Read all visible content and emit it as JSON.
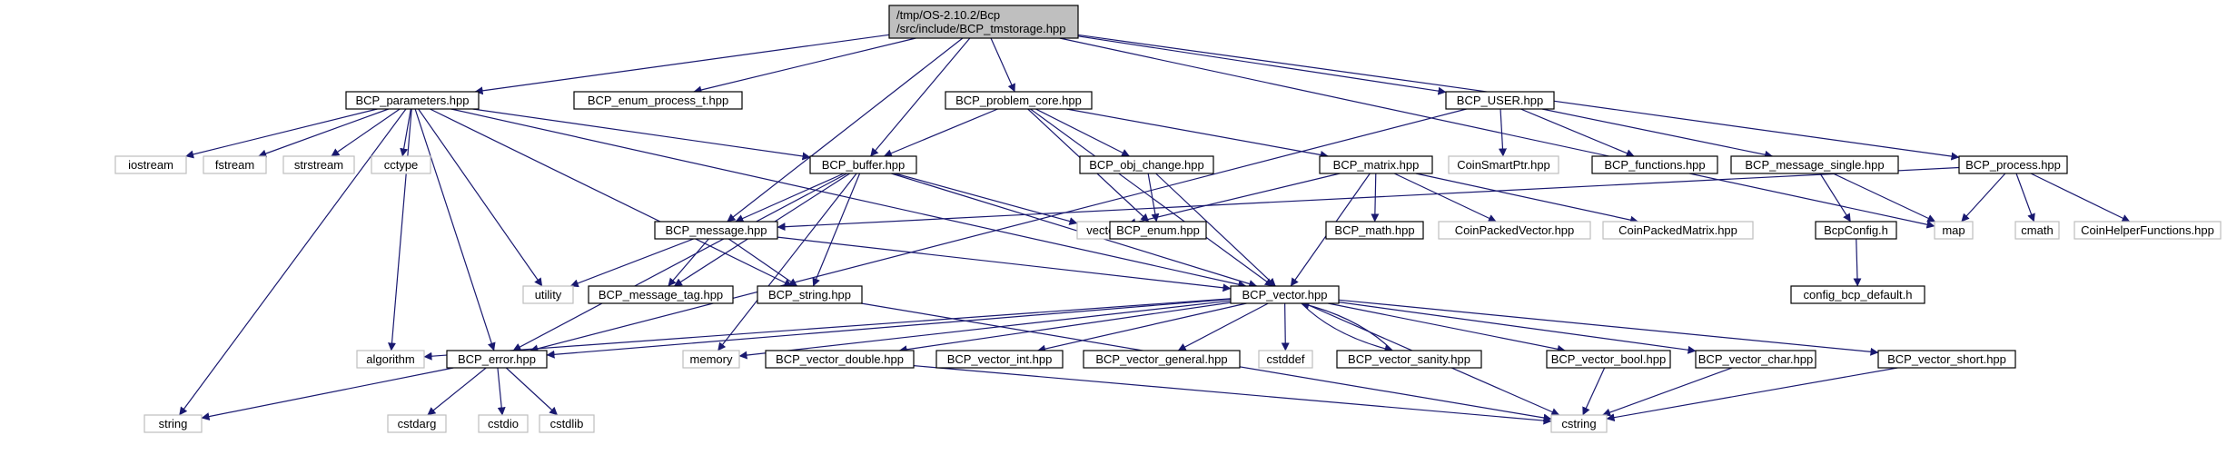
{
  "colors": {
    "root_fill": "#bfbfbf",
    "header_stroke": "#000000",
    "external_stroke": "#bfbfbf",
    "edge": "#191970",
    "text": "#000000",
    "background": "#ffffff"
  },
  "nodes": [
    {
      "id": "tmstorage",
      "lines": [
        "/tmp/OS-2.10.2/Bcp",
        "/src/include/BCP_tmstorage.hpp"
      ],
      "kind": "root"
    },
    {
      "id": "parameters",
      "lines": [
        "BCP_parameters.hpp"
      ],
      "kind": "header"
    },
    {
      "id": "enum_process_t",
      "lines": [
        "BCP_enum_process_t.hpp"
      ],
      "kind": "header"
    },
    {
      "id": "problem_core",
      "lines": [
        "BCP_problem_core.hpp"
      ],
      "kind": "header"
    },
    {
      "id": "user",
      "lines": [
        "BCP_USER.hpp"
      ],
      "kind": "header"
    },
    {
      "id": "process",
      "lines": [
        "BCP_process.hpp"
      ],
      "kind": "header"
    },
    {
      "id": "iostream",
      "lines": [
        "iostream"
      ],
      "kind": "external"
    },
    {
      "id": "fstream",
      "lines": [
        "fstream"
      ],
      "kind": "external"
    },
    {
      "id": "strstream",
      "lines": [
        "strstream"
      ],
      "kind": "external"
    },
    {
      "id": "cctype",
      "lines": [
        "cctype"
      ],
      "kind": "external"
    },
    {
      "id": "buffer",
      "lines": [
        "BCP_buffer.hpp"
      ],
      "kind": "header"
    },
    {
      "id": "obj_change",
      "lines": [
        "BCP_obj_change.hpp"
      ],
      "kind": "header"
    },
    {
      "id": "matrix",
      "lines": [
        "BCP_matrix.hpp"
      ],
      "kind": "header"
    },
    {
      "id": "coinsmartptr",
      "lines": [
        "CoinSmartPtr.hpp"
      ],
      "kind": "external"
    },
    {
      "id": "functions",
      "lines": [
        "BCP_functions.hpp"
      ],
      "kind": "header"
    },
    {
      "id": "message_single",
      "lines": [
        "BCP_message_single.hpp"
      ],
      "kind": "header"
    },
    {
      "id": "vector",
      "lines": [
        "vector"
      ],
      "kind": "external"
    },
    {
      "id": "enum",
      "lines": [
        "BCP_enum.hpp"
      ],
      "kind": "header"
    },
    {
      "id": "message",
      "lines": [
        "BCP_message.hpp"
      ],
      "kind": "header"
    },
    {
      "id": "math",
      "lines": [
        "BCP_math.hpp"
      ],
      "kind": "header"
    },
    {
      "id": "coinpackedvector",
      "lines": [
        "CoinPackedVector.hpp"
      ],
      "kind": "external"
    },
    {
      "id": "coinpackedmatrix",
      "lines": [
        "CoinPackedMatrix.hpp"
      ],
      "kind": "external"
    },
    {
      "id": "bcpconfig",
      "lines": [
        "BcpConfig.h"
      ],
      "kind": "header"
    },
    {
      "id": "map",
      "lines": [
        "map"
      ],
      "kind": "external"
    },
    {
      "id": "cmath",
      "lines": [
        "cmath"
      ],
      "kind": "external"
    },
    {
      "id": "coinhelper",
      "lines": [
        "CoinHelperFunctions.hpp"
      ],
      "kind": "external"
    },
    {
      "id": "utility",
      "lines": [
        "utility"
      ],
      "kind": "external"
    },
    {
      "id": "message_tag",
      "lines": [
        "BCP_message_tag.hpp"
      ],
      "kind": "header"
    },
    {
      "id": "string_hpp",
      "lines": [
        "BCP_string.hpp"
      ],
      "kind": "header"
    },
    {
      "id": "vector_hpp",
      "lines": [
        "BCP_vector.hpp"
      ],
      "kind": "header"
    },
    {
      "id": "config_default",
      "lines": [
        "config_bcp_default.h"
      ],
      "kind": "header"
    },
    {
      "id": "algorithm",
      "lines": [
        "algorithm"
      ],
      "kind": "external"
    },
    {
      "id": "error",
      "lines": [
        "BCP_error.hpp"
      ],
      "kind": "header"
    },
    {
      "id": "memory",
      "lines": [
        "memory"
      ],
      "kind": "external"
    },
    {
      "id": "vector_double",
      "lines": [
        "BCP_vector_double.hpp"
      ],
      "kind": "header"
    },
    {
      "id": "vector_int",
      "lines": [
        "BCP_vector_int.hpp"
      ],
      "kind": "header"
    },
    {
      "id": "vector_general",
      "lines": [
        "BCP_vector_general.hpp"
      ],
      "kind": "header"
    },
    {
      "id": "cstddef",
      "lines": [
        "cstddef"
      ],
      "kind": "external"
    },
    {
      "id": "vector_sanity",
      "lines": [
        "BCP_vector_sanity.hpp"
      ],
      "kind": "header"
    },
    {
      "id": "vector_bool",
      "lines": [
        "BCP_vector_bool.hpp"
      ],
      "kind": "header"
    },
    {
      "id": "vector_char",
      "lines": [
        "BCP_vector_char.hpp"
      ],
      "kind": "header"
    },
    {
      "id": "vector_short",
      "lines": [
        "BCP_vector_short.hpp"
      ],
      "kind": "header"
    },
    {
      "id": "string",
      "lines": [
        "string"
      ],
      "kind": "external"
    },
    {
      "id": "cstdarg",
      "lines": [
        "cstdarg"
      ],
      "kind": "external"
    },
    {
      "id": "cstdio",
      "lines": [
        "cstdio"
      ],
      "kind": "external"
    },
    {
      "id": "cstdlib",
      "lines": [
        "cstdlib"
      ],
      "kind": "external"
    },
    {
      "id": "cstring",
      "lines": [
        "cstring"
      ],
      "kind": "external"
    }
  ],
  "edges": [
    [
      "tmstorage",
      "parameters"
    ],
    [
      "tmstorage",
      "enum_process_t"
    ],
    [
      "tmstorage",
      "problem_core"
    ],
    [
      "tmstorage",
      "user"
    ],
    [
      "tmstorage",
      "process"
    ],
    [
      "tmstorage",
      "buffer"
    ],
    [
      "tmstorage",
      "message"
    ],
    [
      "tmstorage",
      "map"
    ],
    [
      "parameters",
      "iostream"
    ],
    [
      "parameters",
      "fstream"
    ],
    [
      "parameters",
      "strstream"
    ],
    [
      "parameters",
      "cctype"
    ],
    [
      "parameters",
      "buffer"
    ],
    [
      "parameters",
      "vector_hpp"
    ],
    [
      "parameters",
      "string_hpp"
    ],
    [
      "parameters",
      "error"
    ],
    [
      "parameters",
      "utility"
    ],
    [
      "parameters",
      "algorithm"
    ],
    [
      "parameters",
      "string"
    ],
    [
      "problem_core",
      "buffer"
    ],
    [
      "problem_core",
      "obj_change"
    ],
    [
      "problem_core",
      "matrix"
    ],
    [
      "problem_core",
      "enum"
    ],
    [
      "problem_core",
      "vector_hpp"
    ],
    [
      "user",
      "coinsmartptr"
    ],
    [
      "user",
      "functions"
    ],
    [
      "user",
      "message_single"
    ],
    [
      "user",
      "error"
    ],
    [
      "process",
      "message"
    ],
    [
      "process",
      "map"
    ],
    [
      "process",
      "cmath"
    ],
    [
      "process",
      "coinhelper"
    ],
    [
      "buffer",
      "vector"
    ],
    [
      "buffer",
      "message"
    ],
    [
      "buffer",
      "message_tag"
    ],
    [
      "buffer",
      "string_hpp"
    ],
    [
      "buffer",
      "vector_hpp"
    ],
    [
      "buffer",
      "error"
    ],
    [
      "buffer",
      "memory"
    ],
    [
      "obj_change",
      "enum"
    ],
    [
      "obj_change",
      "vector_hpp"
    ],
    [
      "matrix",
      "math"
    ],
    [
      "matrix",
      "coinpackedvector"
    ],
    [
      "matrix",
      "coinpackedmatrix"
    ],
    [
      "matrix",
      "vector_hpp"
    ],
    [
      "matrix",
      "vector"
    ],
    [
      "message_single",
      "bcpconfig"
    ],
    [
      "message_single",
      "map"
    ],
    [
      "bcpconfig",
      "config_default"
    ],
    [
      "message",
      "utility"
    ],
    [
      "message",
      "message_tag"
    ],
    [
      "message",
      "string_hpp"
    ],
    [
      "message",
      "vector_hpp"
    ],
    [
      "string_hpp",
      "cstring"
    ],
    [
      "vector_hpp",
      "algorithm"
    ],
    [
      "vector_hpp",
      "error"
    ],
    [
      "vector_hpp",
      "memory"
    ],
    [
      "vector_hpp",
      "vector_double"
    ],
    [
      "vector_hpp",
      "vector_int"
    ],
    [
      "vector_hpp",
      "vector_general"
    ],
    [
      "vector_hpp",
      "cstddef"
    ],
    [
      "vector_hpp",
      "vector_sanity"
    ],
    [
      "vector_hpp",
      "vector_bool"
    ],
    [
      "vector_hpp",
      "vector_char"
    ],
    [
      "vector_hpp",
      "vector_short"
    ],
    [
      "vector_hpp",
      "cstring"
    ],
    [
      "vector_sanity",
      "vector_hpp"
    ],
    [
      "vector_double",
      "cstring"
    ],
    [
      "vector_bool",
      "cstring"
    ],
    [
      "vector_char",
      "cstring"
    ],
    [
      "vector_short",
      "cstring"
    ],
    [
      "error",
      "string"
    ],
    [
      "error",
      "cstdarg"
    ],
    [
      "error",
      "cstdio"
    ],
    [
      "error",
      "cstdlib"
    ]
  ]
}
